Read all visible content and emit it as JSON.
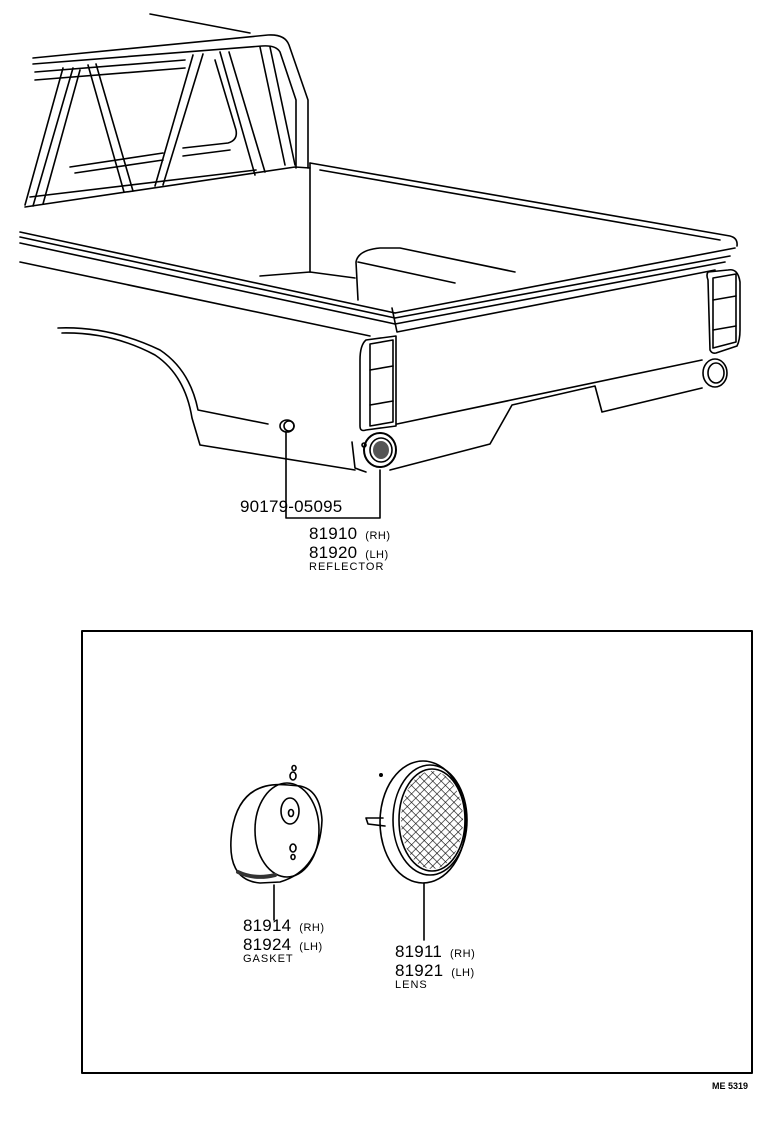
{
  "diagram": {
    "type": "parts-exploded-view",
    "subject": "Rear body reflector",
    "colors": {
      "line": "#000000",
      "background": "#ffffff"
    },
    "main_view": {
      "callouts": [
        {
          "part_number": "90179-05095"
        },
        {
          "part_numbers": [
            {
              "number": "81910",
              "side": "(RH)"
            },
            {
              "number": "81920",
              "side": "(LH)"
            }
          ],
          "name": "REFLECTOR"
        }
      ]
    },
    "detail_view": {
      "callouts": [
        {
          "part_numbers": [
            {
              "number": "81914",
              "side": "(RH)"
            },
            {
              "number": "81924",
              "side": "(LH)"
            }
          ],
          "name": "GASKET"
        },
        {
          "part_numbers": [
            {
              "number": "81911",
              "side": "(RH)"
            },
            {
              "number": "81921",
              "side": "(LH)"
            }
          ],
          "name": "LENS"
        }
      ]
    },
    "figure_code": "ME 5319"
  }
}
